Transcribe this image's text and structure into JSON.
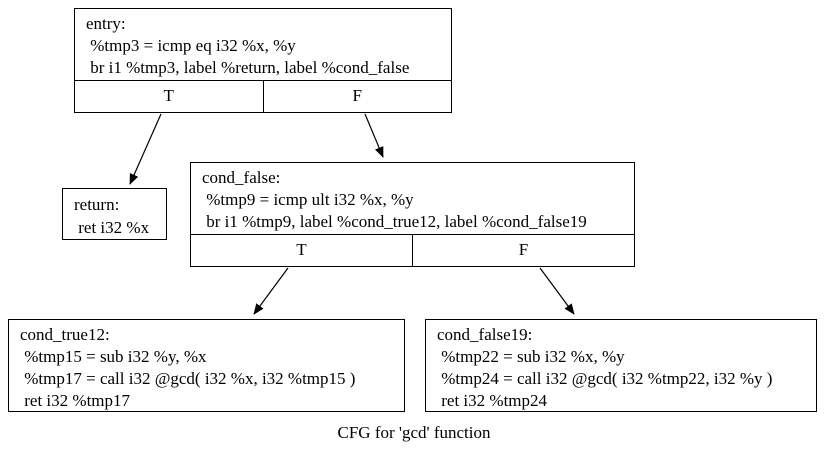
{
  "graph_caption": "CFG for 'gcd' function",
  "colors": {
    "background": "#ffffff",
    "line": "#000000",
    "text": "#000000"
  },
  "nodes": {
    "entry": {
      "title": "entry:",
      "instructions": [
        " %tmp3 = icmp eq i32 %x, %y",
        " br i1 %tmp3, label %return, label %cond_false"
      ],
      "branch_labels": [
        "T",
        "F"
      ]
    },
    "return": {
      "title": "return:",
      "instructions": [
        " ret i32 %x"
      ]
    },
    "cond_false": {
      "title": "cond_false:",
      "instructions": [
        " %tmp9 = icmp ult i32 %x, %y",
        " br i1 %tmp9, label %cond_true12, label %cond_false19"
      ],
      "branch_labels": [
        "T",
        "F"
      ]
    },
    "cond_true12": {
      "title": "cond_true12:",
      "instructions": [
        " %tmp15 = sub i32 %y, %x",
        " %tmp17 = call i32 @gcd( i32 %x, i32 %tmp15 )",
        " ret i32 %tmp17"
      ]
    },
    "cond_false19": {
      "title": "cond_false19:",
      "instructions": [
        " %tmp22 = sub i32 %x, %y",
        " %tmp24 = call i32 @gcd( i32 %tmp22, i32 %y )",
        " ret i32 %tmp24"
      ]
    }
  },
  "edges": [
    {
      "from": "entry",
      "branch": "T",
      "to": "return"
    },
    {
      "from": "entry",
      "branch": "F",
      "to": "cond_false"
    },
    {
      "from": "cond_false",
      "branch": "T",
      "to": "cond_true12"
    },
    {
      "from": "cond_false",
      "branch": "F",
      "to": "cond_false19"
    }
  ]
}
